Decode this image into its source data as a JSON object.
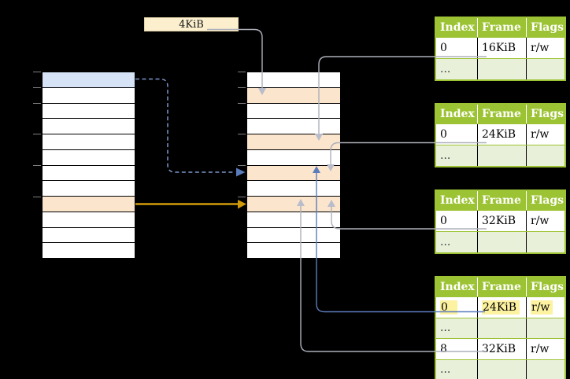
{
  "size_label": {
    "text": "4KiB"
  },
  "virtual_memory_column": {
    "rows": [
      "blue",
      "white",
      "white",
      "white",
      "white",
      "white",
      "white",
      "white",
      "orange",
      "white",
      "white",
      "white"
    ]
  },
  "physical_memory_column": {
    "rows": [
      "white",
      "orange",
      "white",
      "white",
      "orange",
      "white",
      "orange",
      "white",
      "orange",
      "white",
      "white",
      "white"
    ]
  },
  "page_tables": [
    {
      "id": "page-table-1",
      "headers": [
        "Index",
        "Frame",
        "Flags"
      ],
      "rows": [
        {
          "type": "data",
          "highlight": false,
          "cells": [
            "0",
            "16KiB",
            "r/w"
          ]
        },
        {
          "type": "dots",
          "cells": [
            "...",
            "",
            ""
          ]
        }
      ]
    },
    {
      "id": "page-table-2",
      "headers": [
        "Index",
        "Frame",
        "Flags"
      ],
      "rows": [
        {
          "type": "data",
          "highlight": false,
          "cells": [
            "0",
            "24KiB",
            "r/w"
          ]
        },
        {
          "type": "dots",
          "cells": [
            "...",
            "",
            ""
          ]
        }
      ]
    },
    {
      "id": "page-table-3",
      "headers": [
        "Index",
        "Frame",
        "Flags"
      ],
      "rows": [
        {
          "type": "data",
          "highlight": false,
          "cells": [
            "0",
            "32KiB",
            "r/w"
          ]
        },
        {
          "type": "dots",
          "cells": [
            "...",
            "",
            ""
          ]
        }
      ]
    },
    {
      "id": "page-table-4",
      "headers": [
        "Index",
        "Frame",
        "Flags"
      ],
      "rows": [
        {
          "type": "data",
          "highlight": true,
          "cells": [
            "0",
            "24KiB",
            "r/w"
          ]
        },
        {
          "type": "dots",
          "cells": [
            "...",
            "",
            ""
          ]
        },
        {
          "type": "data",
          "highlight": false,
          "cells": [
            "8",
            "32KiB",
            "r/w"
          ]
        },
        {
          "type": "dots",
          "cells": [
            "...",
            "",
            ""
          ]
        }
      ]
    }
  ],
  "colors": {
    "table_green": "#9CC333",
    "row_light_green": "#E9F0DA",
    "highlight_yellow": "#FCF2A0",
    "page_blue": "#D6E2F5",
    "page_orange": "#FCE5CD",
    "label_cream": "#FBEFCE",
    "arrow_gray": "#ADB0BA",
    "arrow_gray_head": "#B8BCCB",
    "arrow_blue": "#5B7CBB",
    "arrow_dashed_blue": "#7D98CC",
    "arrow_orange": "#D09A0B",
    "tick_gray": "#7F7F7F"
  }
}
